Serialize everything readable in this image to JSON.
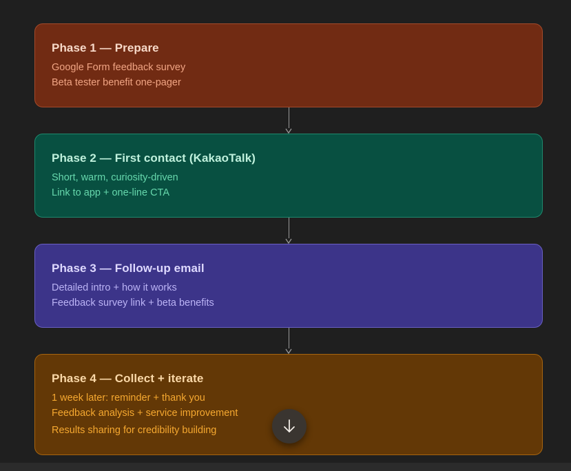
{
  "colors": {
    "background": "#1f1f1f",
    "connector": "#9a9a9a"
  },
  "phases": [
    {
      "title": "Phase 1 — Prepare",
      "lines": [
        "Google Form feedback survey",
        "Beta tester benefit one-pager"
      ],
      "bg": "#712b13",
      "border": "#a54a2a",
      "title_color": "#f7d9c8",
      "text_color": "#f0a483"
    },
    {
      "title": "Phase 2 — First contact (KakaoTalk)",
      "lines": [
        "Short, warm, curiosity-driven",
        "Link to app + one-line CTA"
      ],
      "bg": "#085041",
      "border": "#1f8a6e",
      "title_color": "#bff0dc",
      "text_color": "#66d7ac"
    },
    {
      "title": "Phase 3 — Follow-up email",
      "lines": [
        "Detailed intro + how it works",
        "Feedback survey link + beta benefits"
      ],
      "bg": "#3c3489",
      "border": "#6a60c4",
      "title_color": "#ded9ff",
      "text_color": "#bbb3f5"
    },
    {
      "title": "Phase 4 — Collect + iterate",
      "lines": [
        "1 week later: reminder + thank you",
        "Feedback analysis + service improvement",
        "Results sharing for credibility building"
      ],
      "bg": "#633806",
      "border": "#a8650f",
      "title_color": "#fad8a8",
      "text_color": "#f5a830"
    }
  ],
  "scroll_button": {
    "icon": "arrow-down-icon"
  }
}
